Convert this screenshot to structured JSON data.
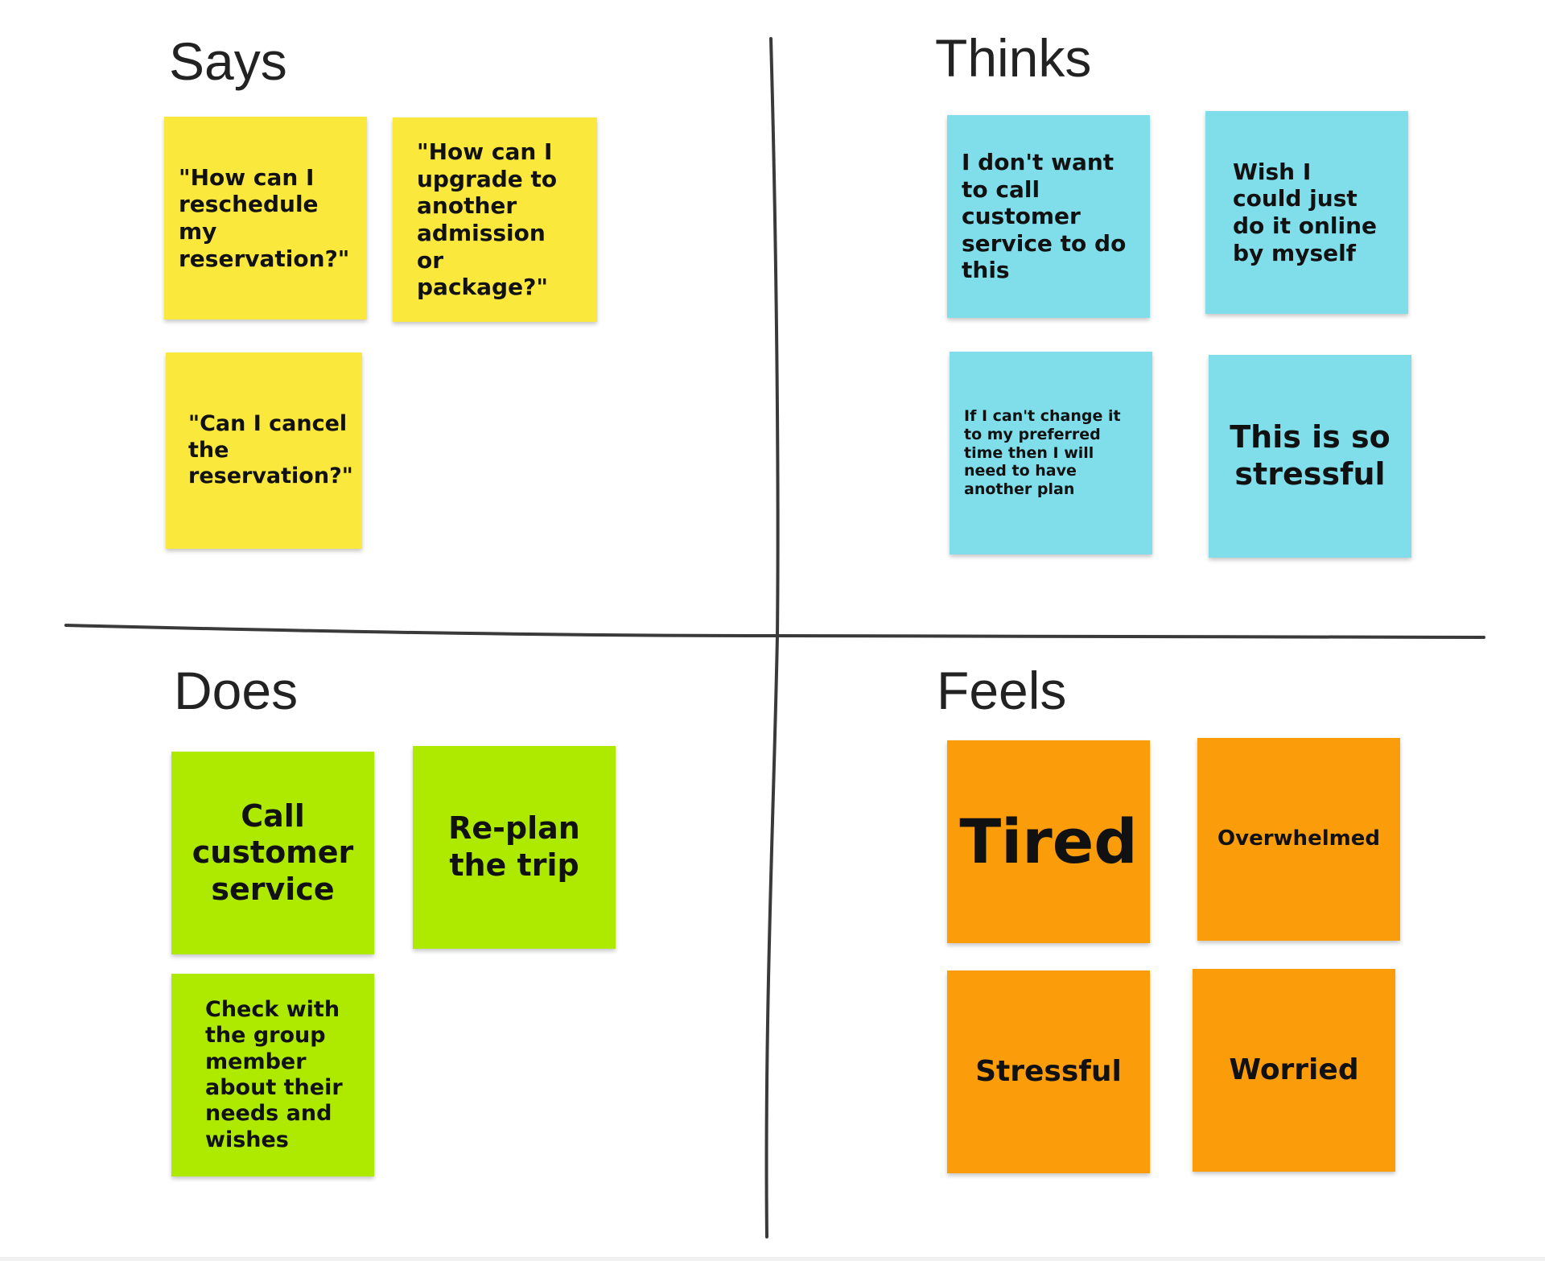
{
  "quadrants": {
    "says": {
      "title": "Says",
      "notes": [
        "\"How can I reschedule my reservation?\"",
        "\"How can I upgrade to another admission or package?\"",
        "\"Can I cancel the reservation?\""
      ]
    },
    "thinks": {
      "title": "Thinks",
      "notes": [
        "I don't want to call customer service to do this",
        "Wish I could just do it online by myself",
        "If I can't change it to my preferred time then I will need to have another plan",
        "This is so stressful"
      ]
    },
    "does": {
      "title": "Does",
      "notes": [
        "Call customer service",
        "Re-plan the trip",
        "Check with the group member about their needs and wishes"
      ]
    },
    "feels": {
      "title": "Feels",
      "notes": [
        "Tired",
        "Overwhelmed",
        "Stressful",
        "Worried"
      ]
    }
  },
  "colors": {
    "says": "#fbe83c",
    "thinks": "#7fdeea",
    "does": "#aeea00",
    "feels": "#fb9d0b",
    "divider": "#3a3a3a"
  }
}
